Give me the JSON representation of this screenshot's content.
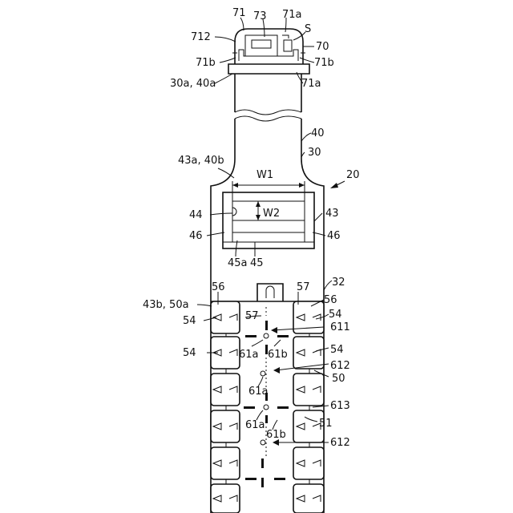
{
  "labels": {
    "l71": "71",
    "l73": "73",
    "l71a_top": "71a",
    "l712": "712",
    "lS": "S",
    "l70": "70",
    "l71b_left": "71b",
    "l71b_right": "71b",
    "l71a_bot": "71a",
    "l30a40a": "30a, 40a",
    "l40": "40",
    "l30": "30",
    "l43a40b": "43a, 40b",
    "l20": "20",
    "lW1": "W1",
    "l44": "44",
    "lW2": "W2",
    "l43": "43",
    "l46_left": "46",
    "l46_right": "46",
    "l45a": "45a",
    "l45": "45",
    "l32": "32",
    "l56_left": "56",
    "l57_top": "57",
    "l56_right": "56",
    "l43b50a": "43b, 50a",
    "l54_r1": "54",
    "l54_l1": "54",
    "l57_mid": "57",
    "l611": "611",
    "l61a_1": "61a",
    "l61b_1": "61b",
    "l54_l2": "54",
    "l54_r2": "54",
    "l612_1": "612",
    "l50": "50",
    "l61a_2": "61a",
    "l613": "613",
    "l61a_3": "61a",
    "l51": "51",
    "l61b_2": "61b",
    "l612_2": "612"
  }
}
